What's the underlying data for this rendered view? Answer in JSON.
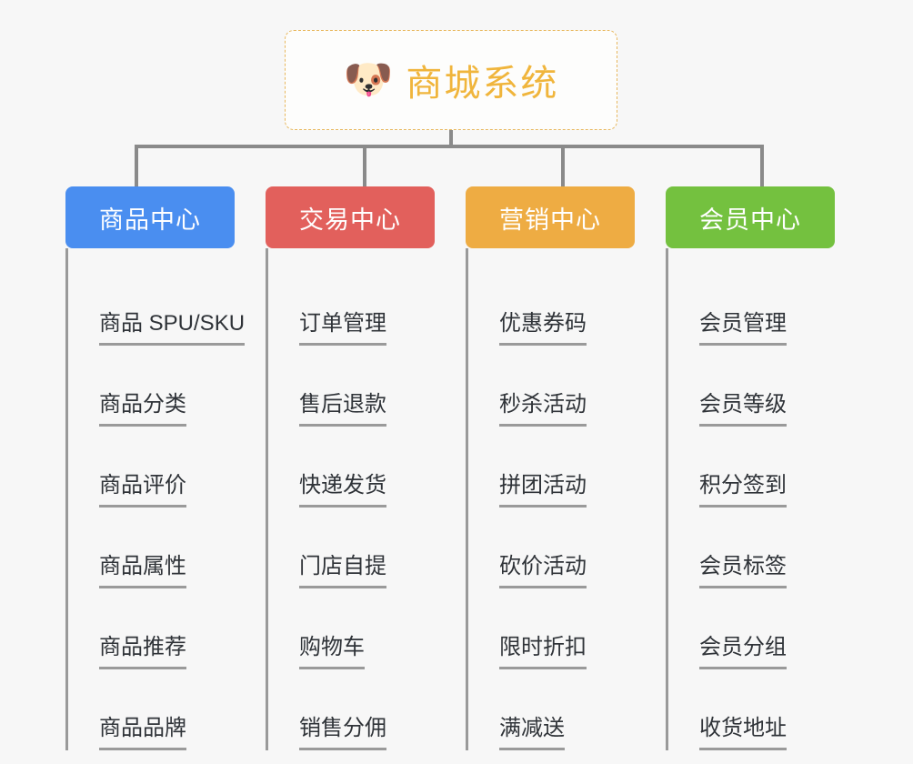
{
  "root": {
    "icon": "dog-face-icon",
    "emoji": "🐶",
    "title": "商城系统",
    "title_color": "#f0b53c",
    "border_color": "#e8b85e"
  },
  "connector_color": "#8a8a8a",
  "columns": [
    {
      "id": "product-center",
      "header": "商品中心",
      "color": "#4a8ef0",
      "items": [
        "商品 SPU/SKU",
        "商品分类",
        "商品评价",
        "商品属性",
        "商品推荐",
        "商品品牌"
      ]
    },
    {
      "id": "trade-center",
      "header": "交易中心",
      "color": "#e2605c",
      "items": [
        "订单管理",
        "售后退款",
        "快递发货",
        "门店自提",
        "购物车",
        "销售分佣"
      ]
    },
    {
      "id": "marketing-center",
      "header": "营销中心",
      "color": "#eeac43",
      "items": [
        "优惠券码",
        "秒杀活动",
        "拼团活动",
        "砍价活动",
        "限时折扣",
        "满减送"
      ]
    },
    {
      "id": "member-center",
      "header": "会员中心",
      "color": "#74c13f",
      "items": [
        "会员管理",
        "会员等级",
        "积分签到",
        "会员标签",
        "会员分组",
        "收货地址"
      ]
    }
  ]
}
